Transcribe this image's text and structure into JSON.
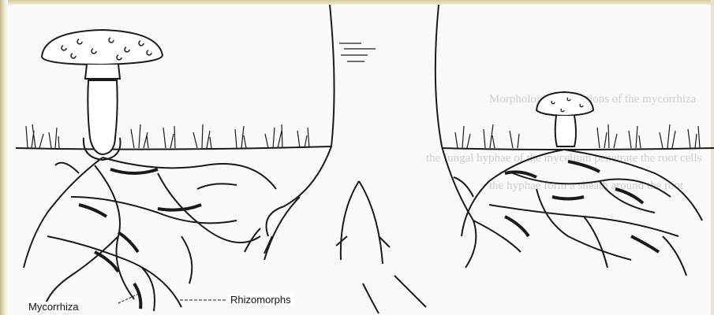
{
  "labels": {
    "mycorrhiza": "Mycorrhiza",
    "rhizomorphs": "Rhizomorphs"
  },
  "background_text": [
    "Morphological variations of the mycorrhiza",
    "the fungal hyphae of the mycelium penetrate the root cells",
    "the hyphae form a sheath around the root"
  ],
  "colors": {
    "ink": "#1a1a1a",
    "paper": "#fafafa",
    "border": "#d6c9a0",
    "ghost_text": "#c9c9c9"
  },
  "icons": [
    "mushroom-large",
    "mushroom-small",
    "tree-trunk",
    "grass",
    "mycelium"
  ]
}
